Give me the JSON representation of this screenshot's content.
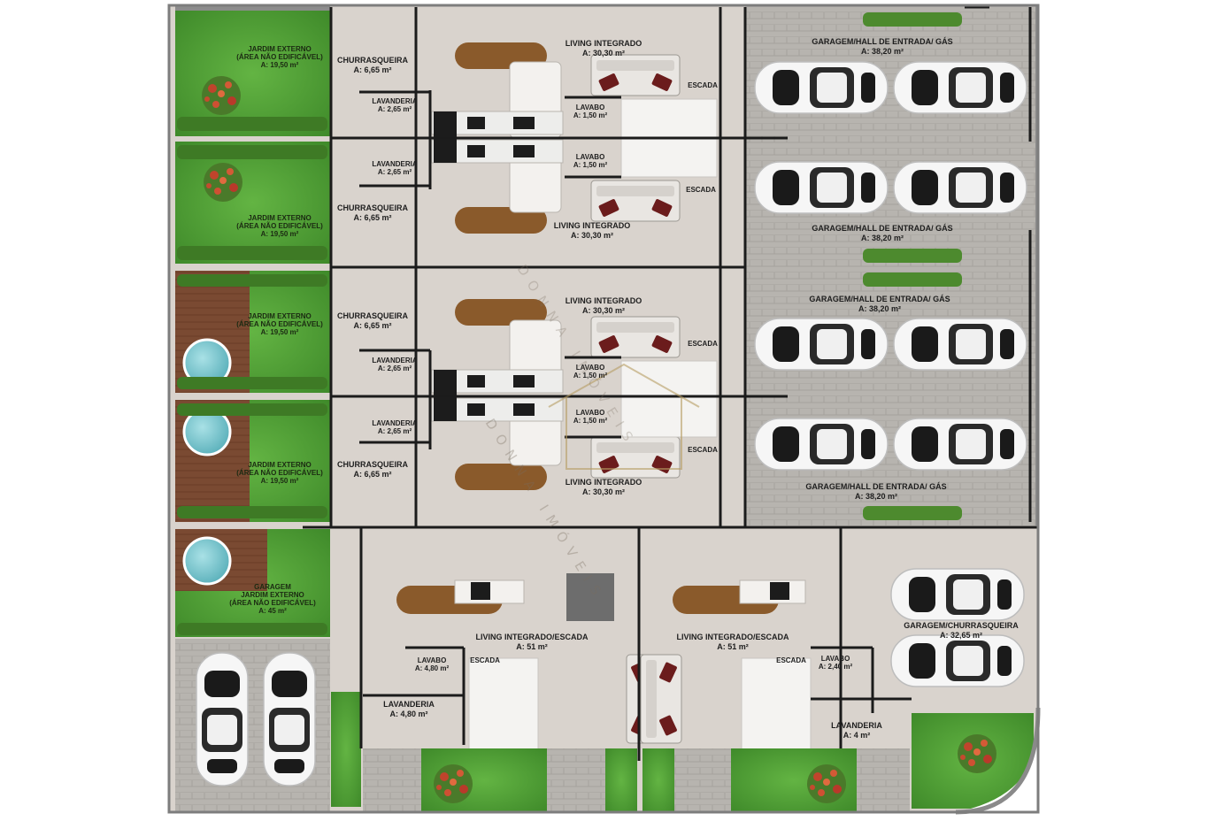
{
  "watermark": {
    "brand": "DONNA IMÓVEIS",
    "color": "#8a7a5a"
  },
  "colors": {
    "lawn": "#4f9e34",
    "deck": "#7a4a32",
    "floor": "#d9d3cd",
    "paving": "#b5b2ad",
    "wall": "#1b1b1b",
    "pool": "#7fc6cf",
    "wood_table": "#8a5a2b"
  },
  "rows": [
    {
      "jardim": {
        "t1": "JARDIM EXTERNO",
        "t2": "(ÁREA NÃO EDIFICÁVEL)",
        "a": "A: 19,50 m²"
      },
      "churrasqueira": {
        "t": "CHURRASQUEIRA",
        "a": "A: 6,65 m²"
      },
      "lavanderia": {
        "t": "LAVANDERIA",
        "a": "A: 2,65 m²"
      },
      "lavabo": {
        "t": "LAVABO",
        "a": "A: 1,50 m²"
      },
      "living": {
        "t": "LIVING INTEGRADO",
        "a": "A: 30,30 m²"
      },
      "escada": "ESCADA",
      "garagem": {
        "t": "GARAGEM/HALL DE ENTRADA/ GÁS",
        "a": "A: 38,20 m²"
      }
    },
    {
      "jardim": {
        "t1": "JARDIM EXTERNO",
        "t2": "(ÁREA NÃO EDIFICÁVEL)",
        "a": "A: 19,50 m²"
      },
      "churrasqueira": {
        "t": "CHURRASQUEIRA",
        "a": "A: 6,65 m²"
      },
      "lavanderia": {
        "t": "LAVANDERIA",
        "a": "A: 2,65 m²"
      },
      "lavabo": {
        "t": "LAVABO",
        "a": "A: 1,50 m²"
      },
      "living": {
        "t": "LIVING INTEGRADO",
        "a": "A: 30,30 m²"
      },
      "escada": "ESCADA",
      "garagem": {
        "t": "GARAGEM/HALL DE ENTRADA/ GÁS",
        "a": "A: 38,20 m²"
      }
    },
    {
      "jardim": {
        "t1": "JARDIM EXTERNO",
        "t2": "(ÁREA NÃO EDIFICÁVEL)",
        "a": "A: 19,50 m²"
      },
      "churrasqueira": {
        "t": "CHURRASQUEIRA",
        "a": "A: 6,65 m²"
      },
      "lavanderia": {
        "t": "LAVANDERIA",
        "a": "A: 2,65 m²"
      },
      "lavabo": {
        "t": "LAVABO",
        "a": "A: 1,50 m²"
      },
      "living": {
        "t": "LIVING INTEGRADO",
        "a": "A: 30,30 m²"
      },
      "escada": "ESCADA",
      "garagem": {
        "t": "GARAGEM/HALL DE ENTRADA/ GÁS",
        "a": "A: 38,20 m²"
      }
    },
    {
      "jardim": {
        "t1": "JARDIM EXTERNO",
        "t2": "(ÁREA NÃO EDIFICÁVEL)",
        "a": "A: 19,50 m²"
      },
      "churrasqueira": {
        "t": "CHURRASQUEIRA",
        "a": "A: 6,65 m²"
      },
      "lavanderia": {
        "t": "LAVANDERIA",
        "a": "A: 2,65 m²"
      },
      "lavabo": {
        "t": "LAVABO",
        "a": "A: 1,50 m²"
      },
      "living": {
        "t": "LIVING INTEGRADO",
        "a": "A: 30,30 m²"
      },
      "escada": "ESCADA",
      "garagem": {
        "t": "GARAGEM/HALL DE ENTRADA/ GÁS",
        "a": "A: 38,20 m²"
      }
    }
  ],
  "bottom": {
    "garden": {
      "t0": "GARAGEM",
      "t1": "JARDIM EXTERNO",
      "t2": "(ÁREA NÃO EDIFICÁVEL)",
      "a": "A: 45 m²"
    },
    "unit_a": {
      "living": {
        "t": "LIVING INTEGRADO/ESCADA",
        "a": "A: 51 m²"
      },
      "lavabo": {
        "t": "LAVABO",
        "a": "A: 4,80 m²"
      },
      "lavanderia": {
        "t": "LAVANDERIA",
        "a": "A: 4,80 m²"
      },
      "escada": "ESCADA"
    },
    "unit_b": {
      "living": {
        "t": "LIVING INTEGRADO/ESCADA",
        "a": "A: 51 m²"
      },
      "lavabo": {
        "t": "LAVABO",
        "a": "A: 2,40 m²"
      },
      "lavanderia": {
        "t": "LAVANDERIA",
        "a": "A: 4 m²"
      },
      "escada": "ESCADA",
      "garagem": {
        "t": "GARAGEM/CHURRASQUEIRA",
        "a": "A: 32,65 m²"
      }
    }
  }
}
